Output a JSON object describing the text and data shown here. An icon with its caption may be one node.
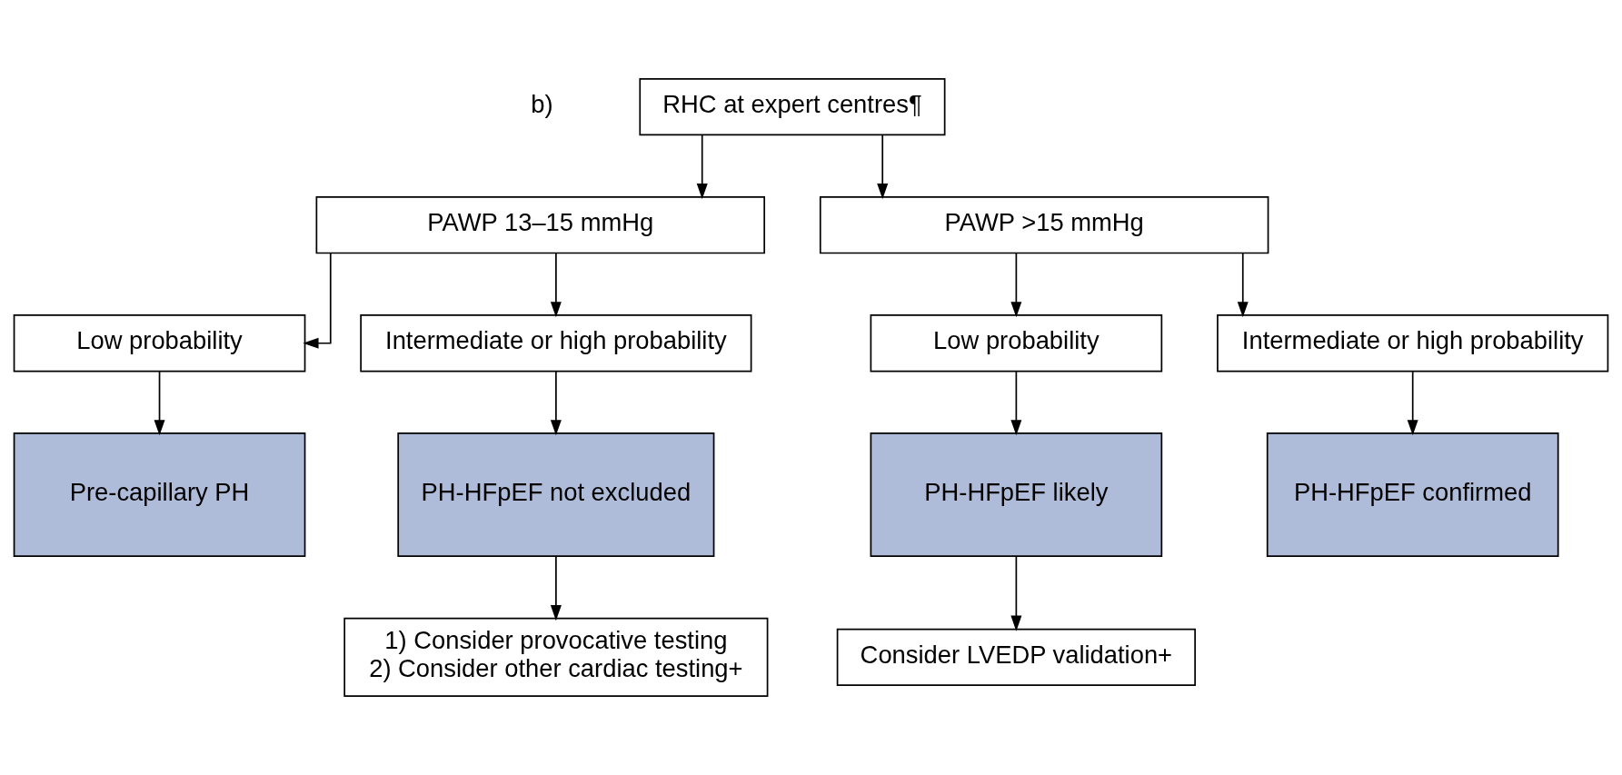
{
  "diagram": {
    "nodes": [
      {
        "text": [
          "RHC at expert centres¶"
        ]
      },
      {
        "text": [
          "PAWP 13–15 mmHg"
        ]
      },
      {
        "text": [
          "PAWP >15 mmHg"
        ]
      },
      {
        "text": [
          "Low probability"
        ]
      },
      {
        "text": [
          "Intermediate or high probability"
        ]
      },
      {
        "text": [
          "Low probability"
        ]
      },
      {
        "text": [
          "Intermediate or high probability"
        ]
      },
      {
        "text": [
          "Pre-capillary PH"
        ]
      },
      {
        "text": [
          "PH-HFpEF not excluded"
        ]
      },
      {
        "text": [
          "PH-HFpEF likely"
        ]
      },
      {
        "text": [
          "PH-HFpEF confirmed"
        ]
      },
      {
        "text": [
          "1) Consider provocative testing",
          "2) Consider other cardiac testing+"
        ]
      },
      {
        "text": [
          "Consider LVEDP validation+"
        ]
      }
    ],
    "edges": [
      {
        "from": 0,
        "to": 1,
        "arrow": "to"
      },
      {
        "from": 0,
        "to": 2,
        "arrow": "to"
      },
      {
        "from": 1,
        "to": 3,
        "arrow": "to"
      },
      {
        "from": 1,
        "to": 4,
        "arrow": "to"
      },
      {
        "from": 2,
        "to": 5,
        "arrow": "to"
      },
      {
        "from": 2,
        "to": 6,
        "arrow": "to"
      },
      {
        "from": 3,
        "to": 7,
        "arrow": "to"
      },
      {
        "from": 4,
        "to": 8,
        "arrow": "to"
      },
      {
        "from": 5,
        "to": 9,
        "arrow": "to"
      },
      {
        "from": 6,
        "to": 10,
        "arrow": "to"
      },
      {
        "from": 8,
        "to": 11,
        "arrow": "to"
      },
      {
        "from": 9,
        "to": 12,
        "arrow": "to"
      }
    ],
    "labels": [
      "b)"
    ]
  }
}
